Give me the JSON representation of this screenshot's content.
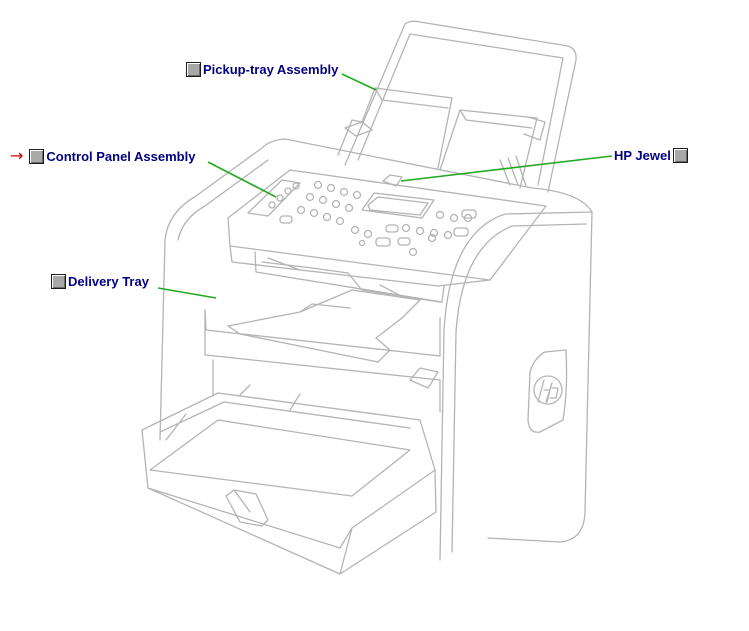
{
  "callouts": {
    "pickup_tray": "Pickup-tray Assembly",
    "control_panel": "Control Panel Assembly",
    "hp_jewel": "HP Jewel",
    "delivery_tray": "Delivery Tray"
  },
  "current_marker": "→",
  "colors": {
    "label_text": "#000080",
    "leader_line": "#22aa22",
    "printer_outline": "#b4b4b4",
    "current_arrow": "#cc0000",
    "button_face": "#a8a8a8"
  },
  "icons": [
    "square-bullet-button-icon",
    "right-arrow-icon",
    "hp-logo-icon"
  ]
}
